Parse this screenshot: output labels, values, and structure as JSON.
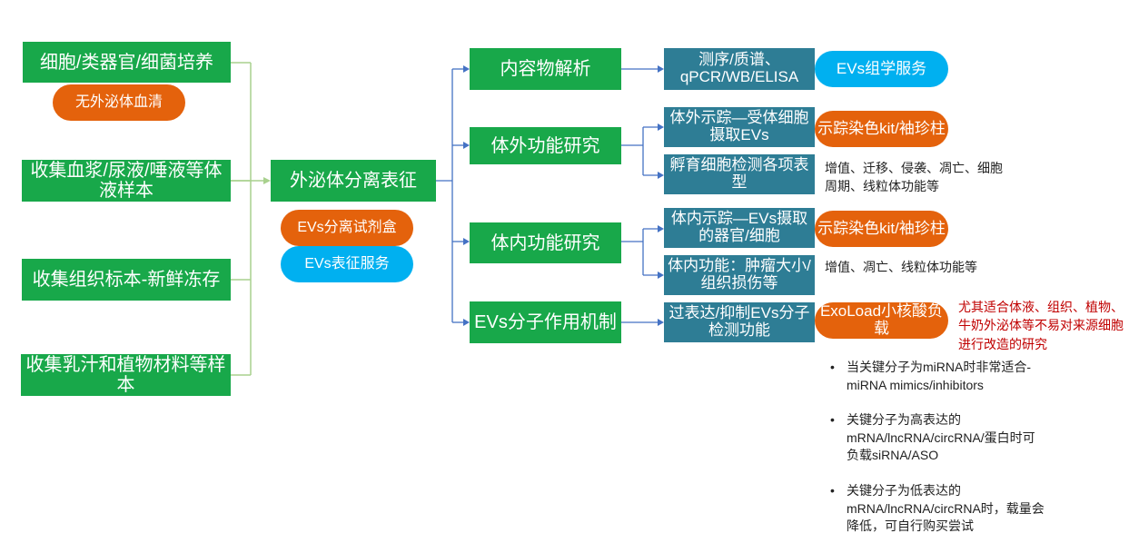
{
  "sources": [
    {
      "label": "细胞/类器官/细菌培养"
    },
    {
      "label": "收集血浆/尿液/唾液等体液样本"
    },
    {
      "label": "收集组织标本-新鲜冻存"
    },
    {
      "label": "收集乳汁和植物材料等样本"
    }
  ],
  "source_tag": "无外泌体血清",
  "center": {
    "label": "外泌体分离表征"
  },
  "center_tags": {
    "kit": "EVs分离试剂盒",
    "service": "EVs表征服务"
  },
  "branches": [
    {
      "label": "内容物解析"
    },
    {
      "label": "体外功能研究"
    },
    {
      "label": "体内功能研究"
    },
    {
      "label": "EVs分子作用机制"
    }
  ],
  "methods": [
    {
      "label": "测序/质谱、qPCR/WB/ELISA"
    },
    {
      "label": "体外示踪—受体细胞摄取EVs"
    },
    {
      "label": "孵育细胞检测各项表型"
    },
    {
      "label": "体内示踪—EVs摄取的器官/细胞"
    },
    {
      "label": "体内功能：肿瘤大小/组织损伤等"
    },
    {
      "label": "过表达/抑制EVs分子检测功能"
    }
  ],
  "products": {
    "omics": "EVs组学服务",
    "trace_kit_1": "示踪染色kit/袖珍柱",
    "trace_kit_2": "示踪染色kit/袖珍柱",
    "exoload": "ExoLoad小核酸负载"
  },
  "notes": {
    "invitro": "增值、迁移、侵袭、凋亡、细胞周期、线粒体功能等",
    "invivo": "增值、凋亡、线粒体功能等",
    "exoload_red": "尤其适合体液、组织、植物、牛奶外泌体等不易对来源细胞进行改造的研究"
  },
  "bullets": [
    "当关键分子为miRNA时非常适合-miRNA mimics/inhibitors",
    "关键分子为高表达的mRNA/lncRNA/circRNA/蛋白时可负载siRNA/ASO",
    "关键分子为低表达的mRNA/lncRNA/circRNA时，载量会降低，可自行购买尝试"
  ],
  "colors": {
    "green": "#18a84a",
    "teal": "#2e7d95",
    "orange": "#e4620c",
    "blue": "#00b0f0",
    "connector_green": "#a9d18e",
    "connector_blue": "#4472c4",
    "red_note": "#c00000"
  }
}
